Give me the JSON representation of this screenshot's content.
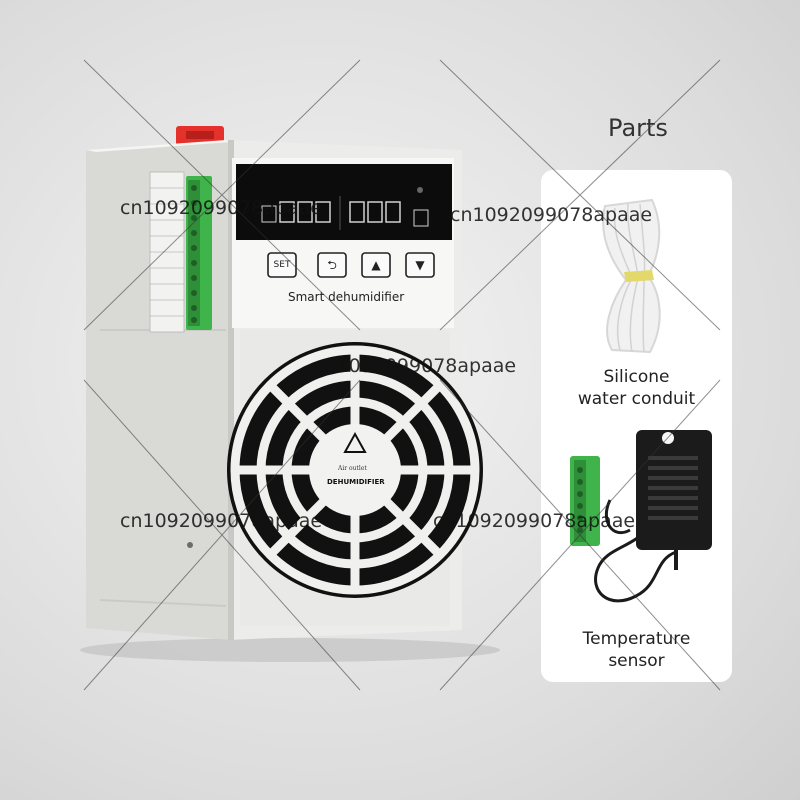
{
  "parts": {
    "title": "Parts",
    "items": [
      {
        "caption_lines": [
          "Silicone",
          "water conduit"
        ]
      },
      {
        "caption_lines": [
          "Temperature",
          "sensor"
        ]
      }
    ]
  },
  "device": {
    "label": "Smart dehumidifier",
    "buttons": [
      "SET",
      "⮌",
      "▲",
      "▼"
    ]
  },
  "watermarks": [
    "cn1092099078apaae",
    "cn1092099078apaae",
    "cn1092099078apaae",
    "cn1092099078apaae",
    "cn1092099078apaae"
  ],
  "colors": {
    "body": "#ececea",
    "display": "#0c0c0c",
    "terminal": "#3fb44b",
    "red_tab": "#e4312b",
    "sensor": "#1b1b1b"
  }
}
